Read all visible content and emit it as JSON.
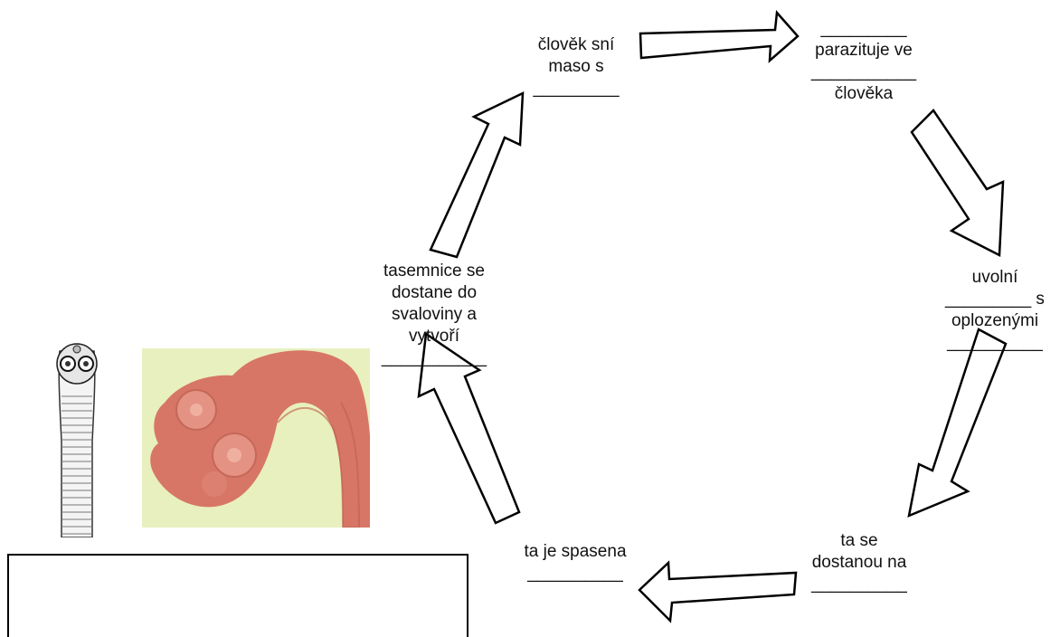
{
  "cycle": {
    "step1": [
      "člověk sní",
      "maso s",
      "_________"
    ],
    "step2": [
      "_________",
      "parazituje ve",
      "___________",
      "člověka"
    ],
    "step3": [
      "uvolní",
      "_________ s",
      "oplozenými",
      "__________"
    ],
    "step4": [
      "ta se",
      "dostanou na",
      "__________"
    ],
    "step5": [
      "ta je spasena",
      "__________"
    ],
    "step6": [
      "tasemnice se",
      "dostane do",
      "svaloviny a",
      "vytvoří",
      "___________"
    ]
  },
  "answer_box": {
    "text": ""
  },
  "colors": {
    "arrow_fill": "#ffffff",
    "arrow_stroke": "#000000",
    "photo_background": "#e8f0bf",
    "specimen": "#d77666"
  },
  "icons": {
    "drawing": "tapeworm-scolex-drawing-icon",
    "photo": "tapeworm-scolex-photo-icon"
  }
}
